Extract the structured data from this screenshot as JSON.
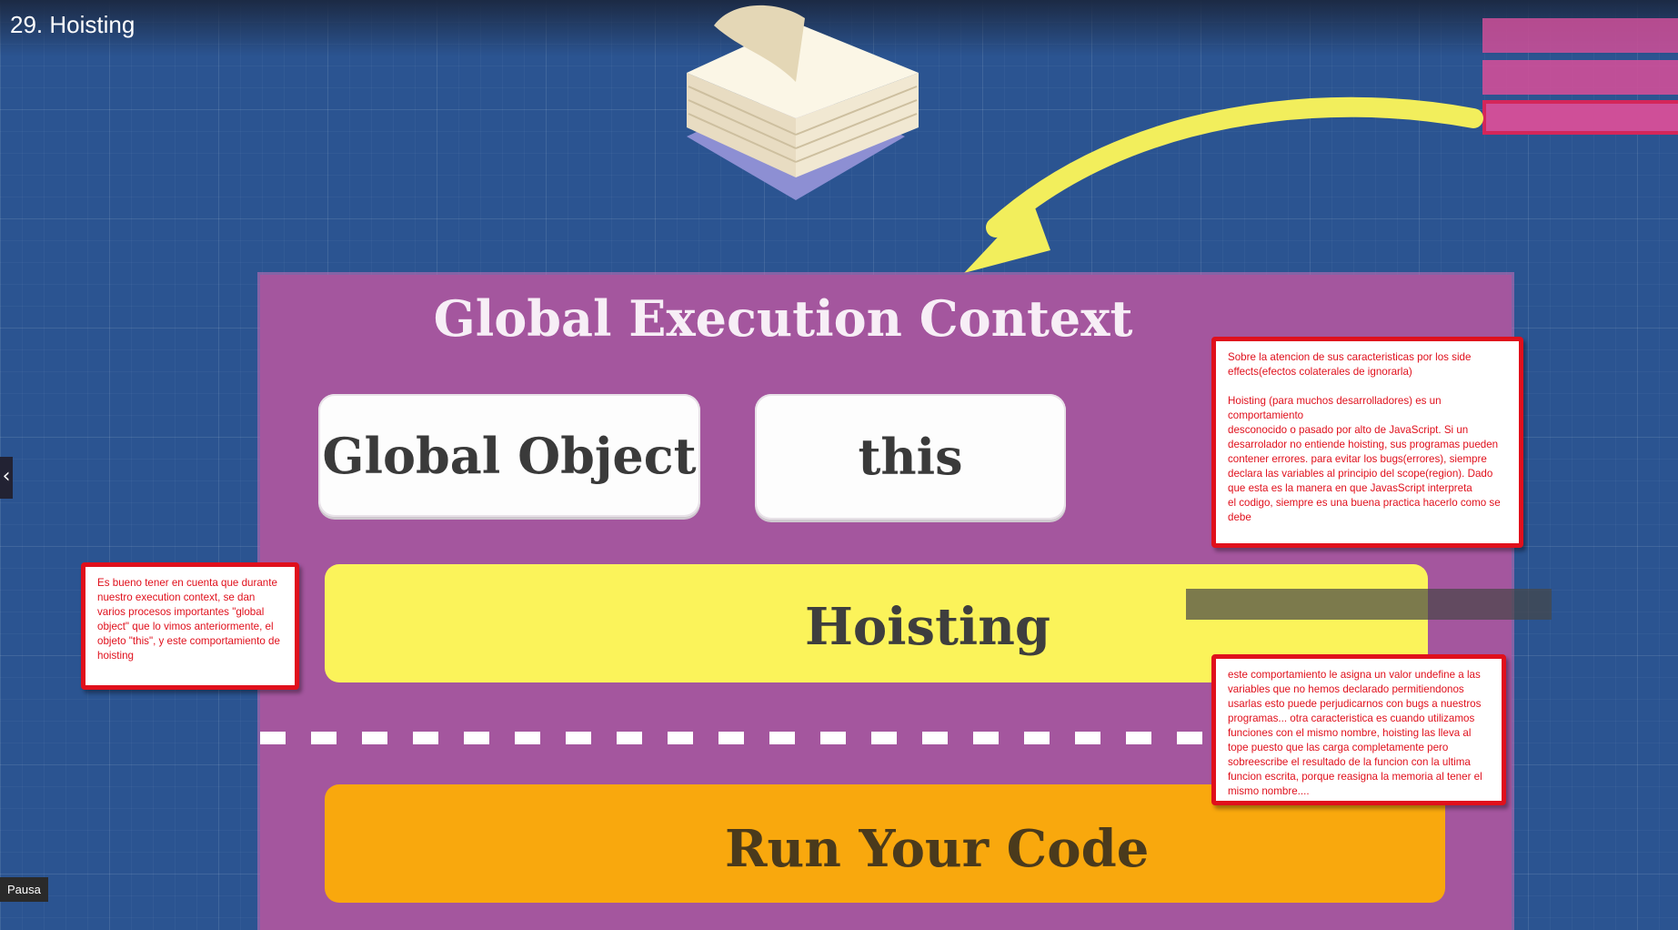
{
  "video": {
    "title": "29. Hoisting"
  },
  "diagram": {
    "title": "Global Execution Context",
    "global_object": "Global Object",
    "this_label": "this",
    "hoisting_label": "Hoisting",
    "run_label": "Run Your Code"
  },
  "notes": {
    "top_right": "Sobre la atencion de sus caracteristicas por los side effects(efectos colaterales de ignorarla)\n\nHoisting (para muchos desarrolladores) es un comportamiento\ndesconocido o pasado por alto de JavaScript. Si un\n desarrolador no entiende hoisting, sus programas pueden\n contener errores. para evitar los bugs(errores), siempre declara las variables al principio del scope(region).  Dado que esta es la manera en que JavasScript interpreta\nel codigo, siempre es una buena practica hacerlo como se debe",
    "left": "Es bueno tener en cuenta que durante nuestro execution context, se dan varios procesos importantes \"global object\" que lo vimos anteriormente, el objeto \"this\", y este comportamiento de hoisting",
    "bottom_right": "este comportamiento le asigna un valor undefine a las variables que no hemos declarado permitiendonos usarlas esto puede perjudicarnos con bugs a nuestros programas... otra caracteristica es cuando utilizamos funciones con el mismo nombre, hoisting las lleva al tope puesto que las carga completamente pero sobreescribe el resultado de la funcion con la ultima funcion escrita, porque reasigna la memoria al tener el mismo nombre...."
  },
  "controls": {
    "pause_label": "Pausa",
    "side_tab_glyph": "‹"
  },
  "colors": {
    "background": "#2b5491",
    "panel": "#a4569e",
    "hoisting": "#fbf35a",
    "run": "#f9a80d",
    "arrow": "#f2ee5c",
    "note_border": "#e0101c"
  },
  "icons": [
    "paper-stack-icon",
    "curved-arrow-icon"
  ]
}
